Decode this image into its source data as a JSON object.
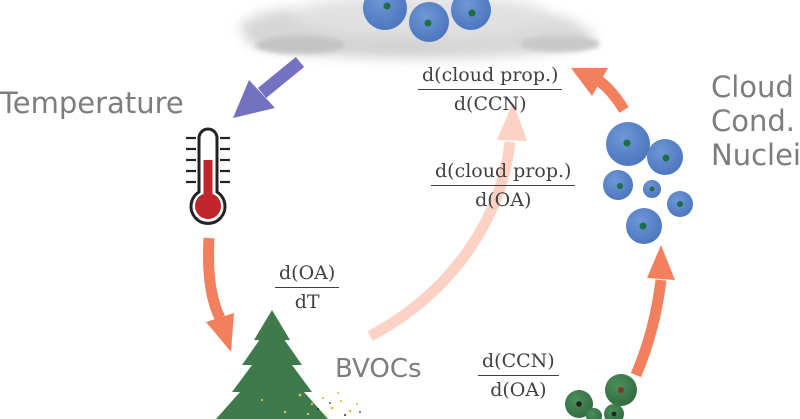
{
  "labels": {
    "temperature": "Temperature",
    "cloud_line1": "Cloud",
    "cloud_line2": "Cond.",
    "cloud_line3": "Nuclei",
    "bvocs": "BVOCs"
  },
  "derivatives": {
    "cloud_ccn": {
      "num": "d(cloud prop.)",
      "den": "d(CCN)"
    },
    "cloud_oa": {
      "num": "d(cloud prop.)",
      "den": "d(OA)"
    },
    "oa_t": {
      "num": "d(OA)",
      "den": "dT"
    },
    "ccn_oa": {
      "num": "d(CCN)",
      "den": "d(OA)"
    }
  },
  "colors": {
    "arrow_main": "#f2805f",
    "arrow_faint": "#fbd2c3",
    "arrow_temperature": "#7472c0",
    "ccn_particle": "#5b86cb",
    "oa_particle": "#3c7a4a",
    "particle_core": "#1f6e4a",
    "thermometer_fill": "#c0262b",
    "tree": "#3e7a4a",
    "cloud": "#d7d7d7"
  },
  "icons": [
    "cloud-icon",
    "thermometer-icon",
    "tree-icon",
    "ccn-particles-icon",
    "oa-particles-icon"
  ]
}
